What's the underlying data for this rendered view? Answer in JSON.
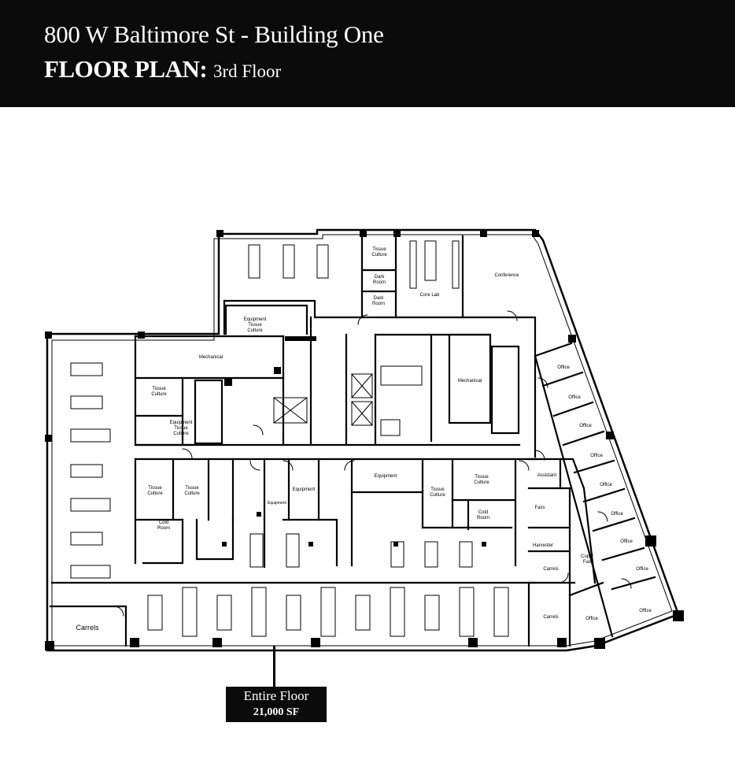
{
  "header": {
    "title": "800 W Baltimore St - Building One",
    "plan_label": "FLOOR PLAN:",
    "floor": "3rd Floor"
  },
  "summary": {
    "label": "Entire Floor",
    "area": "21,000 SF"
  },
  "rooms": {
    "tissue_culture_top": [
      "Tissue",
      "Culture"
    ],
    "dark_room_1": [
      "Dark",
      "Room"
    ],
    "dark_room_2": [
      "Dark",
      "Room"
    ],
    "core_lab": "Core Lab",
    "conference": "Conference",
    "equip_tissue_top": [
      "Equipment",
      "Tissue",
      "Culture"
    ],
    "mechanical_left": "Mechanical",
    "mechanical_right": "Mechanical",
    "tissue_culture_left": [
      "Tissue",
      "Culture"
    ],
    "equip_tissue_left": [
      "Equipment",
      "Tissue",
      "Culture"
    ],
    "tissue_culture_m1": [
      "Tissue",
      "Culture"
    ],
    "tissue_culture_m2": [
      "Tissue",
      "Culture"
    ],
    "cold_room_left": [
      "Cold",
      "Room"
    ],
    "equipment_small": "Equipment",
    "equipment_mid": "Equipment",
    "equipment_center": "Equipment",
    "tissue_culture_c1": [
      "Tissue",
      "Culture"
    ],
    "tissue_culture_c2": [
      "Tissue",
      "Culture"
    ],
    "cold_room_right": [
      "Cold",
      "Room"
    ],
    "assistant": "Assistant",
    "faxs": "Faxs",
    "harvester": "Harvester",
    "carrels_right": "Carrels",
    "carrels_right2": "Carrels",
    "carrels_left": "Carrels",
    "copy_fax": [
      "Copy/",
      "Fax"
    ],
    "offices": [
      "Office",
      "Office",
      "Office",
      "Office",
      "Office",
      "Office",
      "Office",
      "Office",
      "Office",
      "Office"
    ]
  }
}
